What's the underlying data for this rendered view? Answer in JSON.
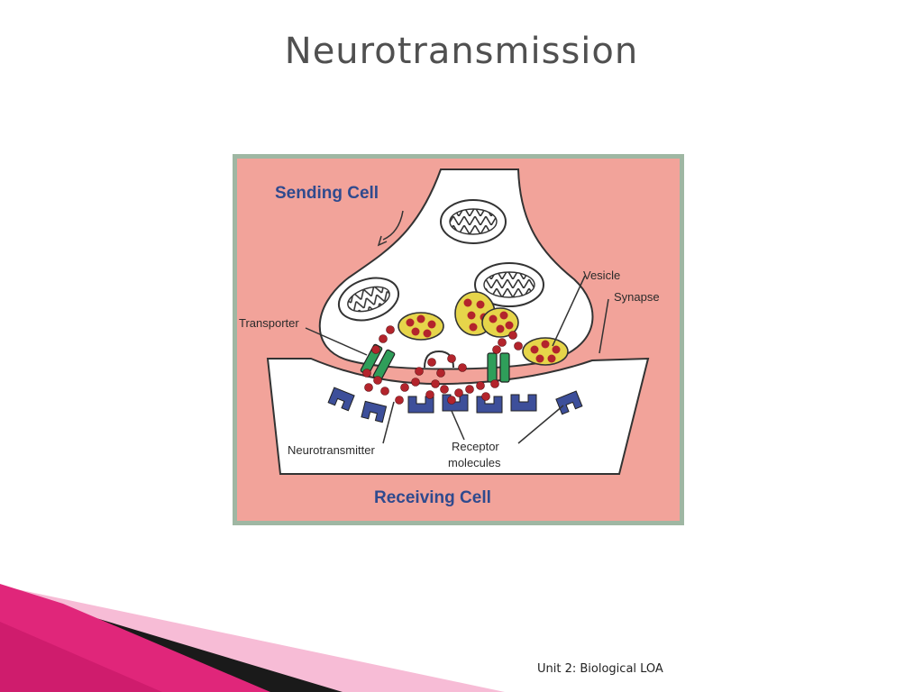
{
  "slide": {
    "title": "Neurotransmission",
    "footer": "Unit 2: Biological LOA"
  },
  "diagram": {
    "labels": {
      "sending_cell": "Sending Cell",
      "vesicle": "Vesicle",
      "synapse": "Synapse",
      "transporter": "Transporter",
      "neurotransmitter": "Neurotransmitter",
      "receptor_line1": "Receptor",
      "receptor_line2": "molecules",
      "receiving_cell": "Receiving Cell"
    },
    "colors": {
      "synapse_fill": "#f2a39a",
      "cell_fill": "#ffffff",
      "border": "#9fb7a3",
      "vesicle": "#e6d54a",
      "neurotransmitter": "#b3242c",
      "receptor": "#3d4f9a",
      "transporter": "#2f9e5a",
      "label_blue": "#2f4a8e"
    }
  },
  "decoration": {
    "accent": "#e0267a",
    "light": "#f7bcd6"
  }
}
